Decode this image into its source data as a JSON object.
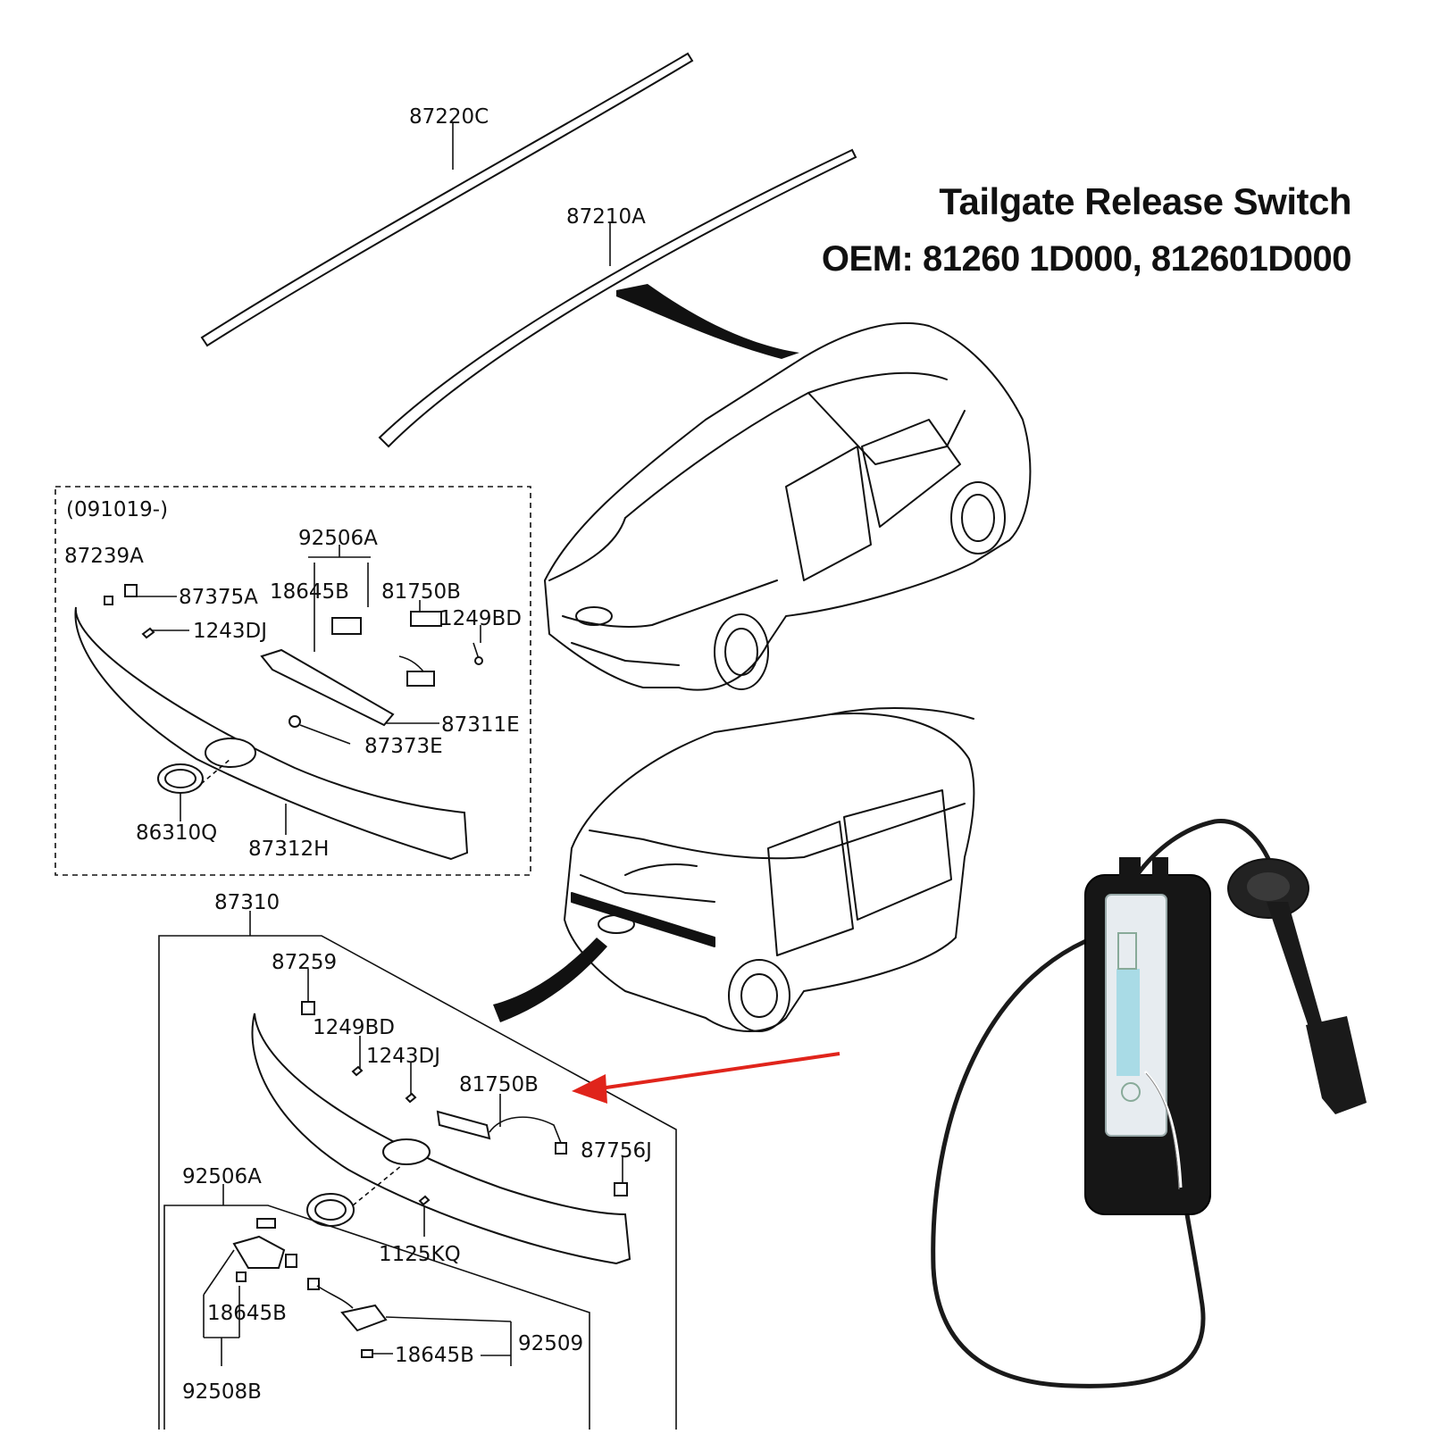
{
  "heading": {
    "title": "Tailgate Release Switch",
    "oem": "OEM: 81260 1D000, 812601D000"
  },
  "inset": {
    "date_code": "(091019-)"
  },
  "part_labels": {
    "p87220C": "87220C",
    "p87210A": "87210A",
    "p92506A_top": "92506A",
    "p87239A": "87239A",
    "p87375A": "87375A",
    "p18645B_top": "18645B",
    "p81750B_top": "81750B",
    "p1249BD_top": "1249BD",
    "p1243DJ_top": "1243DJ",
    "p87311E": "87311E",
    "p87373E": "87373E",
    "p86310Q": "86310Q",
    "p87312H": "87312H",
    "p87310": "87310",
    "p87259": "87259",
    "p1249BD_bot": "1249BD",
    "p1243DJ_bot": "1243DJ",
    "p81750B_bot": "81750B",
    "p87756J": "87756J",
    "p92506A_bot": "92506A",
    "p1125KQ": "1125KQ",
    "p18645B_bot1": "18645B",
    "p92509": "92509",
    "p18645B_bot2": "18645B",
    "p92508B": "92508B"
  },
  "colors": {
    "arrow": "#e0241b",
    "ink": "#111111",
    "product": "#1a1a1a",
    "lens": "#e7ecf0"
  },
  "icons": [
    "red-arrow-icon",
    "kia-emblem-icon"
  ]
}
